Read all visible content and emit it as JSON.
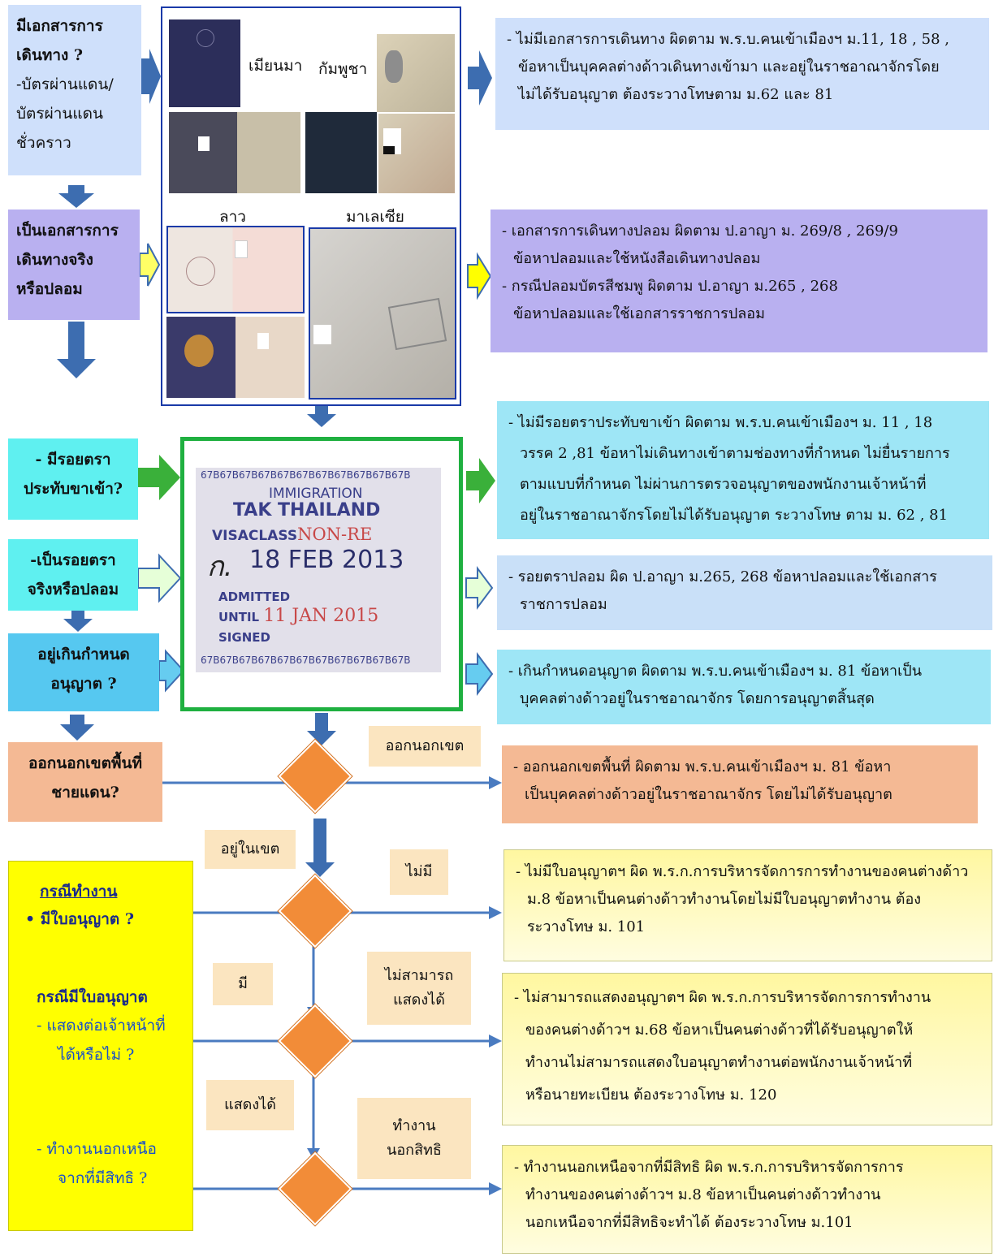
{
  "left": {
    "q1": [
      "มีเอกสารการ",
      "เดินทาง ?",
      "-บัตรผ่านแดน/",
      "บัตรผ่านแดน",
      "ชั่วคราว"
    ],
    "q2": [
      "เป็นเอกสารการ",
      "เดินทางจริง",
      "หรือปลอม"
    ],
    "q3": [
      "- มีรอยตรา",
      "ประทับขาเข้า?"
    ],
    "q4": [
      "-เป็นรอยตรา",
      "จริงหรือปลอม"
    ],
    "q5": [
      "อยู่เกินกำหนด",
      "อนุญาต ?"
    ],
    "q6": [
      "ออกนอกเขตพื้นที่",
      "ชายแดน?"
    ],
    "work": {
      "title": "กรณีทำงาน",
      "bullet": "มีใบอนุญาต ?",
      "sub_title": "กรณีมีใบอนุญาต",
      "item1": [
        "- แสดงต่อเจ้าหน้าที่",
        "ได้หรือไม่ ?"
      ],
      "item2": [
        "- ทำงานนอกเหนือ",
        "จากที่มีสิทธิ ?"
      ]
    }
  },
  "photos": {
    "myanmar": "เมียนมา",
    "cambodia": "กัมพูชา",
    "laos": "ลาว",
    "malaysia": "มาเลเซีย"
  },
  "stamp": {
    "border_code": "67B67B67B67B67B67B67B67B67B67B67B",
    "line1": "IMMIGRATION",
    "line2": "TAK THAILAND",
    "visaclass": "VISACLASS",
    "visa_value": "NON-RE",
    "date": "18 FEB 2013",
    "admitted": "ADMITTED",
    "until": "UNTIL",
    "until_date": "11 JAN 2015",
    "signed": "SIGNED",
    "mark": "ก."
  },
  "labels": {
    "out_zone": "ออกนอกเขต",
    "in_zone": "อยู่ในเขต",
    "no": "ไม่มี",
    "yes": "มี",
    "cannot_show": [
      "ไม่สามารถ",
      "แสดงได้"
    ],
    "can_show": "แสดงได้",
    "work_out": [
      "ทำงาน",
      "นอกสิทธิ"
    ]
  },
  "right": {
    "r1": [
      "- ไม่มีเอกสารการเดินทาง ผิดตาม พ.ร.บ.คนเข้าเมืองฯ ม.11, 18 , 58 ,",
      "ข้อหาเป็นบุคคลต่างด้าวเดินทางเข้ามา และอยู่ในราชอาณาจักรโดย",
      "ไม่ได้รับอนุญาต ต้องระวางโทษตาม ม.62 และ 81"
    ],
    "r2": [
      "- เอกสารการเดินทางปลอม ผิดตาม ป.อาญา ม. 269/8 , 269/9",
      "ข้อหาปลอมและใช้หนังสือเดินทางปลอม",
      "- กรณีปลอมบัตรสีชมพู ผิดตาม ป.อาญา ม.265 , 268",
      "ข้อหาปลอมและใช้เอกสารราชการปลอม"
    ],
    "r3": [
      "- ไม่มีรอยตราประทับขาเข้า ผิดตาม พ.ร.บ.คนเข้าเมืองฯ ม. 11 , 18",
      "วรรค 2 ,81 ข้อหาไม่เดินทางเข้าตามช่องทางที่กำหนด ไม่ยื่นรายการ",
      "ตามแบบที่กำหนด ไม่ผ่านการตรวจอนุญาตของพนักงานเจ้าหน้าที่",
      "อยู่ในราชอาณาจักรโดยไม่ได้รับอนุญาต ระวางโทษ ตาม ม. 62 , 81"
    ],
    "r4": [
      "- รอยตราปลอม ผิด ป.อาญา ม.265, 268 ข้อหาปลอมและใช้เอกสาร",
      "ราชการปลอม"
    ],
    "r5": [
      "- เกินกำหนดอนุญาต ผิดตาม พ.ร.บ.คนเข้าเมืองฯ ม. 81 ข้อหาเป็น",
      "บุคคลต่างด้าวอยู่ในราชอาณาจักร โดยการอนุญาตสิ้นสุด"
    ],
    "r6": [
      "- ออกนอกเขตพื้นที่ ผิดตาม พ.ร.บ.คนเข้าเมืองฯ ม. 81 ข้อหา",
      "เป็นบุคคลต่างด้าวอยู่ในราชอาณาจักร โดยไม่ได้รับอนุญาต"
    ],
    "r7": [
      "- ไม่มีใบอนุญาตฯ ผิด พ.ร.ก.การบริหารจัดการการทำงานของคนต่างด้าว",
      "ม.8 ข้อหาเป็นคนต่างด้าวทำงานโดยไม่มีใบอนุญาตทำงาน ต้อง",
      "ระวางโทษ ม. 101"
    ],
    "r8": [
      "- ไม่สามารถแสดงอนุญาตฯ ผิด พ.ร.ก.การบริหารจัดการการทำงาน",
      "ของคนต่างด้าวฯ ม.68 ข้อหาเป็นคนต่างด้าวที่ได้รับอนุญาตให้",
      "ทำงานไม่สามารถแสดงใบอนุญาตทำงานต่อพนักงานเจ้าหน้าที่",
      "หรือนายทะเบียน ต้องระวางโทษ ม. 120"
    ],
    "r9": [
      "- ทำงานนอกเหนือจากที่มีสิทธิ ผิด พ.ร.ก.การบริหารจัดการการ",
      "ทำงานของคนต่างด้าวฯ ม.8 ข้อหาเป็นคนต่างด้าวทำงาน",
      "นอกเหนือจากที่มีสิทธิจะทำได้ ต้องระวางโทษ ม.101"
    ]
  }
}
